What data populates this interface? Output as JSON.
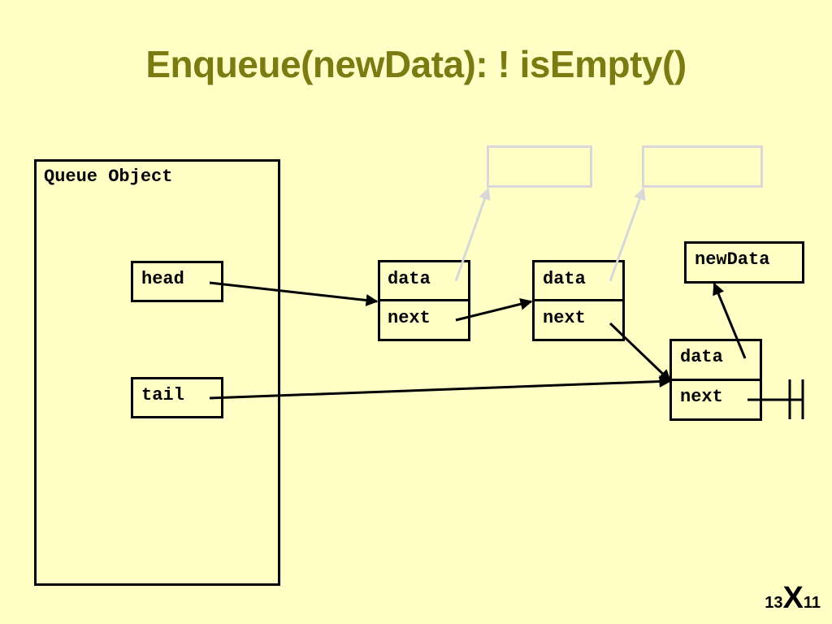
{
  "title": "Enqueue(newData): ! isEmpty()",
  "queue_object": {
    "label": "Queue Object",
    "head_label": "head",
    "tail_label": "tail"
  },
  "nodes": [
    {
      "data_label": "data",
      "next_label": "next"
    },
    {
      "data_label": "data",
      "next_label": "next"
    },
    {
      "data_label": "data",
      "next_label": "next"
    }
  ],
  "new_data_label": "newData",
  "footer": {
    "pre": "13",
    "mid": "X",
    "post": "11"
  }
}
